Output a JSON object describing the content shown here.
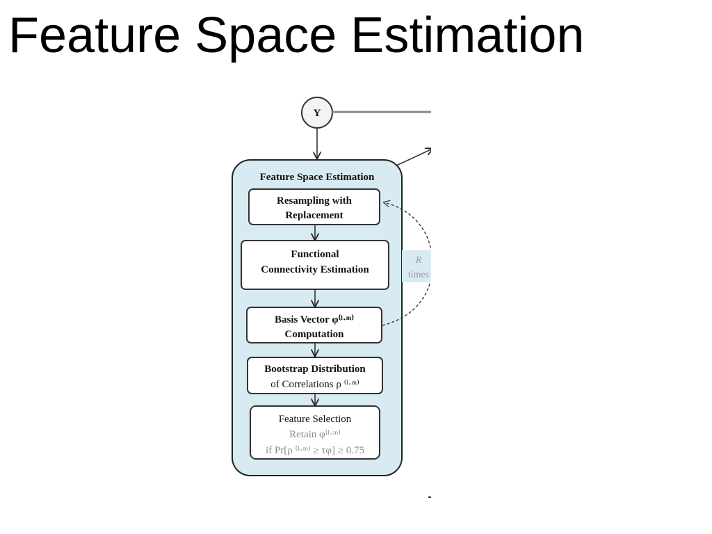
{
  "slide": {
    "title": "Feature Space Estimation"
  },
  "diagram": {
    "input_node": "Y",
    "panel_title": "Feature Space Estimation",
    "steps": [
      {
        "lines": [
          "Resampling with",
          "Replacement"
        ]
      },
      {
        "lines": [
          "Functional",
          "Connectivity Estimation"
        ]
      },
      {
        "lines": [
          "Basis Vector φ⁽ˡ·ᵐ⁾",
          "Computation"
        ]
      },
      {
        "lines": [
          "Bootstrap Distribution",
          "of Correlations ρ ⁽ˡ·ᵐ⁾"
        ]
      }
    ],
    "selection": {
      "title": "Feature Selection",
      "line2": "Retain φ⁽ˡ·ᵐ⁾",
      "line3": "if Pr[ρ ⁽ˡ·ᵐ⁾ ≥ τφ] ≥  0.75"
    },
    "loop_label": {
      "var": "R",
      "text": "times"
    },
    "colors": {
      "panel_fill": "#d8ebf2",
      "panel_stroke": "#222222",
      "box_fill": "#ffffff",
      "grey_text": "#8a8a8a"
    }
  }
}
